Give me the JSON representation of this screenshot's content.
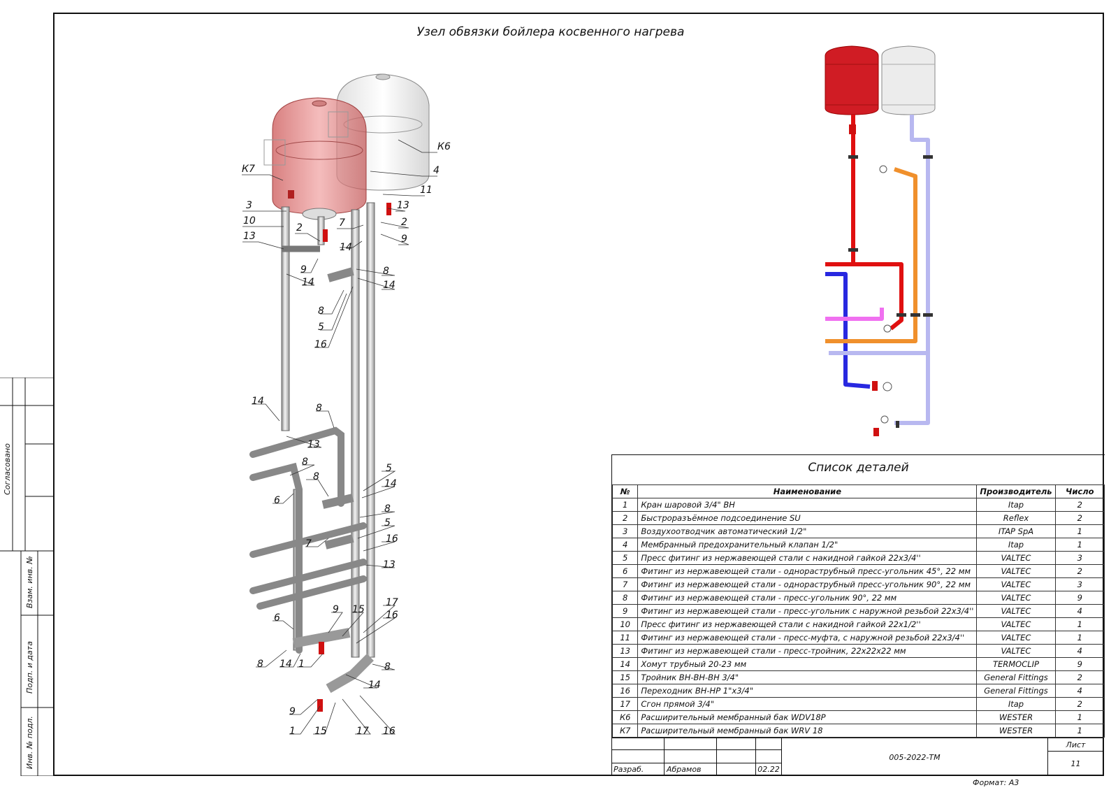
{
  "drawing": {
    "title": "Узел обвязки бойлера косвенного нагрева",
    "format": "Формат: А3"
  },
  "side_strip": {
    "agreed": "Согласовано",
    "replaced_inv": "Взам. инв. №",
    "sign_date": "Подп. и дата",
    "inv_orig": "Инв. № подл."
  },
  "callouts": [
    "К7",
    "К6",
    "4",
    "11",
    "3",
    "10",
    "13",
    "2",
    "13",
    "7",
    "2",
    "9",
    "14",
    "9",
    "14",
    "8",
    "14",
    "8",
    "5",
    "16",
    "14",
    "8",
    "13",
    "8",
    "8",
    "6",
    "5",
    "14",
    "8",
    "5",
    "7",
    "16",
    "13",
    "6",
    "9",
    "15",
    "17",
    "16",
    "8",
    "14",
    "1",
    "8",
    "14",
    "9",
    "1",
    "15",
    "17",
    "16"
  ],
  "parts_list": {
    "title": "Список деталей",
    "headers": {
      "num": "№",
      "name": "Наименование",
      "maker": "Производитель",
      "qty": "Число"
    },
    "rows": [
      {
        "num": "1",
        "name": "Кран шаровой 3/4\" ВН",
        "maker": "Itap",
        "qty": "2"
      },
      {
        "num": "2",
        "name": "Быстроразъёмное подсоединение SU",
        "maker": "Reflex",
        "qty": "2"
      },
      {
        "num": "3",
        "name": "Воздухоотводчик автоматический 1/2\"",
        "maker": "ITAP SpA",
        "qty": "1"
      },
      {
        "num": "4",
        "name": "Мембранный предохранительный клапан 1/2\"",
        "maker": "Itap",
        "qty": "1"
      },
      {
        "num": "5",
        "name": "Пресс фитинг из нержавеющей стали с накидной гайкой 22х3/4''",
        "maker": "VALTEC",
        "qty": "3"
      },
      {
        "num": "6",
        "name": "Фитинг из нержавеющей стали - однораструбный пресс-угольник 45°, 22 мм",
        "maker": "VALTEC",
        "qty": "2"
      },
      {
        "num": "7",
        "name": "Фитинг из нержавеющей стали - однораструбный пресс-угольник 90°, 22 мм",
        "maker": "VALTEC",
        "qty": "3"
      },
      {
        "num": "8",
        "name": "Фитинг из нержавеющей стали - пресс-угольник 90°, 22 мм",
        "maker": "VALTEC",
        "qty": "9"
      },
      {
        "num": "9",
        "name": "Фитинг из нержавеющей стали - пресс-угольник с наружной резьбой 22х3/4''",
        "maker": "VALTEC",
        "qty": "4"
      },
      {
        "num": "10",
        "name": "Пресс фитинг из нержавеющей стали с накидной гайкой 22х1/2''",
        "maker": "VALTEC",
        "qty": "1"
      },
      {
        "num": "11",
        "name": "Фитинг из нержавеющей стали - пресс-муфта, с наружной резьбой 22х3/4''",
        "maker": "VALTEC",
        "qty": "1"
      },
      {
        "num": "13",
        "name": "Фитинг из нержавеющей стали - пресс-тройник, 22х22х22 мм",
        "maker": "VALTEC",
        "qty": "4"
      },
      {
        "num": "14",
        "name": "Хомут трубный 20-23 мм",
        "maker": "TERMOCLIP",
        "qty": "9"
      },
      {
        "num": "15",
        "name": "Тройник ВН-ВН-ВН 3/4\"",
        "maker": "General Fittings",
        "qty": "2"
      },
      {
        "num": "16",
        "name": "Переходник ВН-НР 1\"х3/4\"",
        "maker": "General Fittings",
        "qty": "4"
      },
      {
        "num": "17",
        "name": "Сгон прямой 3/4\"",
        "maker": "Itap",
        "qty": "2"
      },
      {
        "num": "К6",
        "name": "Расширительный мембранный бак WDV18P",
        "maker": "WESTER",
        "qty": "1"
      },
      {
        "num": "К7",
        "name": "Расширительный мембранный бак WRV 18",
        "maker": "WESTER",
        "qty": "1"
      }
    ]
  },
  "stamp": {
    "code": "005-2022-ТМ",
    "sheet_label": "Лист",
    "sheet_num": "11",
    "role": "Разраб.",
    "author": "Абрамов",
    "date": "02.22"
  },
  "colors": {
    "red_tank": "#d01c24",
    "white_tank": "#e6e6e6",
    "pipe_red": "#e01010",
    "pipe_blue": "#2828e0",
    "pipe_orange": "#f0902c",
    "pipe_lilac": "#b8b8f0",
    "pipe_magenta": "#f070f0",
    "pipe_steel": "#c8c8c8"
  }
}
